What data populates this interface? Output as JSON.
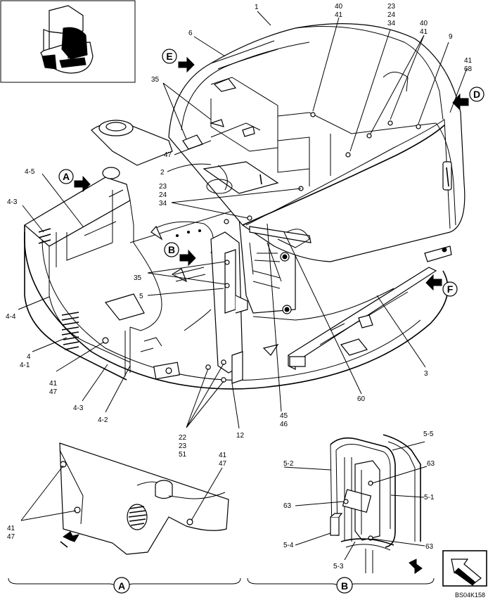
{
  "callouts": {
    "c1": "1",
    "c6": "6",
    "c40_41_top": [
      "40",
      "41"
    ],
    "c23_24_34_top": [
      "23",
      "24",
      "34"
    ],
    "c40_41_right": [
      "40",
      "41"
    ],
    "c9": "9",
    "c41_68": [
      "41",
      "68"
    ],
    "c35_top": "35",
    "c47": "47",
    "c2": "2",
    "c23_24_34_mid": [
      "23",
      "24",
      "34"
    ],
    "c4_5": "4-5",
    "c4_3_top": "4-3",
    "c35_mid": "35",
    "c5": "5",
    "c4_4": "4-4",
    "c4_41": [
      "4",
      "4-1"
    ],
    "c41_47_left": [
      "41",
      "47"
    ],
    "c4_3_bottom": "4-3",
    "c4_2": "4-2",
    "c22_23_51": [
      "22",
      "23",
      "51"
    ],
    "c12": "12",
    "c45_46": [
      "45",
      "46"
    ],
    "c60": "60",
    "c3": "3"
  },
  "view_arrows": {
    "A": "A",
    "B": "B",
    "D": "D",
    "E": "E",
    "F": "F"
  },
  "detail_a": {
    "title": "A",
    "c41_47_left": [
      "41",
      "47"
    ],
    "c41_47_right": [
      "41",
      "47"
    ]
  },
  "detail_b": {
    "title": "B",
    "c5_5": "5-5",
    "c5_2": "5-2",
    "c63_top": "63",
    "c5_1": "5-1",
    "c63_left": "63",
    "c5_4": "5-4",
    "c63_bottom": "63",
    "c5_3": "5-3"
  },
  "drawing_code": "BS04K158"
}
